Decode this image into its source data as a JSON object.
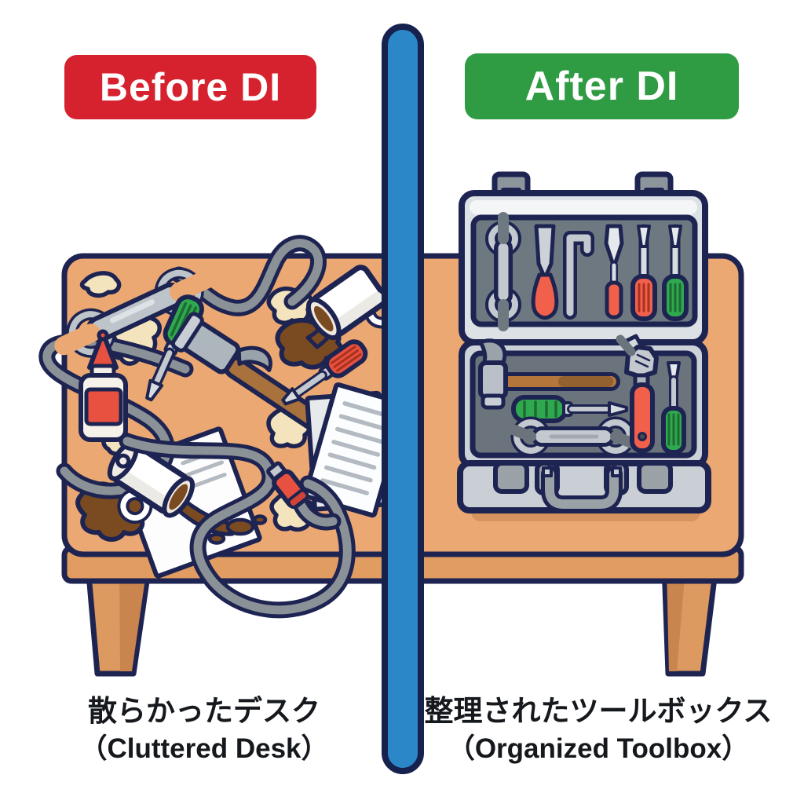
{
  "header": {
    "before": {
      "label": "Before DI",
      "color": "#d6212e",
      "text_color": "#ffffff"
    },
    "after": {
      "label": "After DI",
      "color": "#2f9b43",
      "text_color": "#ffffff"
    }
  },
  "divider": {
    "color": "#2c87c8",
    "outline": "#16214e"
  },
  "captions": {
    "left_jp": "散らかったデスク",
    "left_en": "（Cluttered Desk）",
    "right_jp": "整理されたツールボックス",
    "right_en": "（Organized Toolbox）",
    "text_color": "#15181c"
  },
  "scene": {
    "outline_color": "#1e2452",
    "desk_color": "#eba873",
    "desk_apron_color": "#e19c61",
    "coffee_color": "#7a4a21",
    "stain_color": "#f4e4bd",
    "cable_color": "#8b9297",
    "left_panel_items": [
      "open-end-wrench",
      "green-screwdriver",
      "claw-hammer",
      "red-screwdriver",
      "tipped-coffee-mug",
      "second-tipped-mug",
      "coffee-spills",
      "glue-bottle",
      "glue-stains",
      "tangled-cables",
      "usb-cable-connector",
      "loose-papers"
    ],
    "toolbox": {
      "case_color": "#dce1e5",
      "foam_color": "#6e7880",
      "base_color": "#c9cfd4",
      "lid_tools": [
        "open-end-wrench",
        "chisel",
        "hex-key",
        "slim-screwdriver",
        "red-screwdriver",
        "green-screwdriver"
      ],
      "tray_tools": [
        "claw-hammer",
        "green-screwdriver",
        "open-end-wrench",
        "adjustable-wrench",
        "small-green-screwdriver"
      ]
    }
  }
}
